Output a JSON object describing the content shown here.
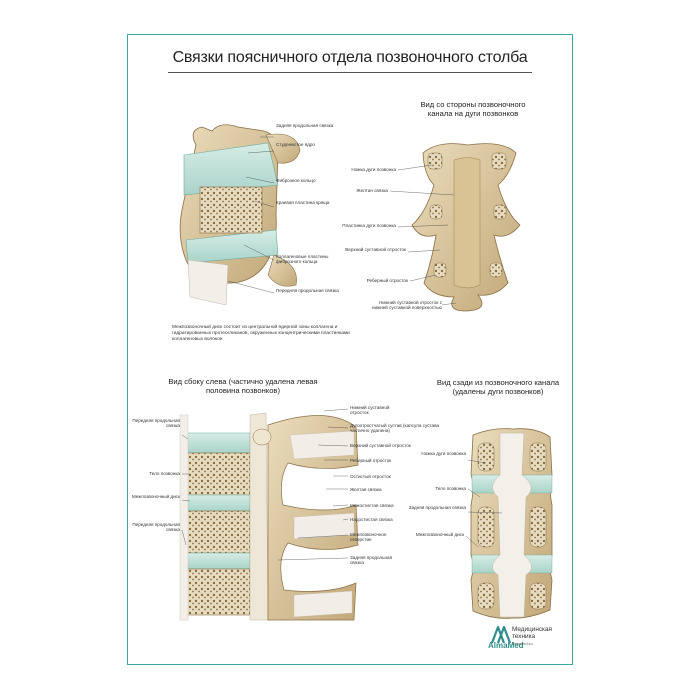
{
  "title": "Связки поясничного отдела позвоночного столба",
  "views": {
    "top_right": "Вид со стороны позвоночного канала на дуги позвонков",
    "bottom_left": "Вид сбоку слева (частично удалена левая половина позвонков)",
    "bottom_right": "Вид сзади из позвоночного канала (удалены дуги позвонков)"
  },
  "disc_view": {
    "labels": [
      "Задняя продольная связка",
      "Студенистое ядро",
      "Фиброзное кольцо",
      "Краевая пластина кряща",
      "Коллагеновые пластины фиброзного кольца",
      "Передняя продольная связка"
    ],
    "note": "Межпозвоночный диск состоит из центральной ядерной зоны коллагена и гидратированных протеогликанов, окруженных концентрическими пластинками коллагеновых волокон"
  },
  "canal_view": {
    "labels": [
      "Ножка дуги позвонка",
      "Желтая связка",
      "Пластинка дуги позвонка",
      "Верхний суставной отросток",
      "Реберный отросток",
      "Нижний суставной отросток с нижней суставной поверхностью"
    ]
  },
  "side_view": {
    "left_labels": [
      "Передняя продольная связка",
      "Тело позвонка",
      "Межпозвоночный диск",
      "Передняя продольная связка"
    ],
    "right_labels": [
      "Нижний суставной отросток",
      "Дугоотростчатый сустав (капсула сустава частично удалена)",
      "Верхний суставной отросток",
      "Реберный отросток",
      "Остистый отросток",
      "Желтая связка",
      "Межостистая связка",
      "Надостистая связка",
      "Межпозвоночное отверстие",
      "Задняя продольная связка"
    ]
  },
  "posterior_view": {
    "labels": [
      "Ножка дуги позвонка",
      "Тело позвонка",
      "Задняя продольная связка",
      "Межпозвоночный диск"
    ]
  },
  "brand": {
    "name": "AlmaMed",
    "line1": "Медицинская",
    "line2": "техника",
    "url": "almamed.su",
    "color": "#2f8e8b"
  },
  "colors": {
    "border": "#3aa7a3",
    "bone": "#d9c8a3",
    "bone_dark": "#a88d5c",
    "disc": "#bfe0d8",
    "ligament": "#f1ede6"
  }
}
